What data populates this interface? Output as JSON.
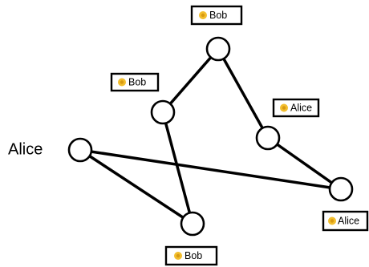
{
  "graph": {
    "nodes": [
      {
        "id": "n1",
        "label": "Alice",
        "label_style": "plain"
      },
      {
        "id": "n2",
        "label": "Bob",
        "label_style": "tag",
        "icon": "coin-icon"
      },
      {
        "id": "n3",
        "label": "Bob",
        "label_style": "tag",
        "icon": "coin-icon"
      },
      {
        "id": "n4",
        "label": "Bob",
        "label_style": "tag",
        "icon": "coin-icon"
      },
      {
        "id": "n5",
        "label": "Alice",
        "label_style": "tag",
        "icon": "coin-icon"
      },
      {
        "id": "n6",
        "label": "Alice",
        "label_style": "tag",
        "icon": "coin-icon"
      }
    ],
    "edges": [
      [
        "n1",
        "n2"
      ],
      [
        "n2",
        "n3"
      ],
      [
        "n3",
        "n4"
      ],
      [
        "n4",
        "n5"
      ],
      [
        "n5",
        "n6"
      ],
      [
        "n6",
        "n1"
      ]
    ]
  },
  "colors": {
    "line": "#000000",
    "node_fill": "#ffffff",
    "coin": "#f2be2e"
  }
}
